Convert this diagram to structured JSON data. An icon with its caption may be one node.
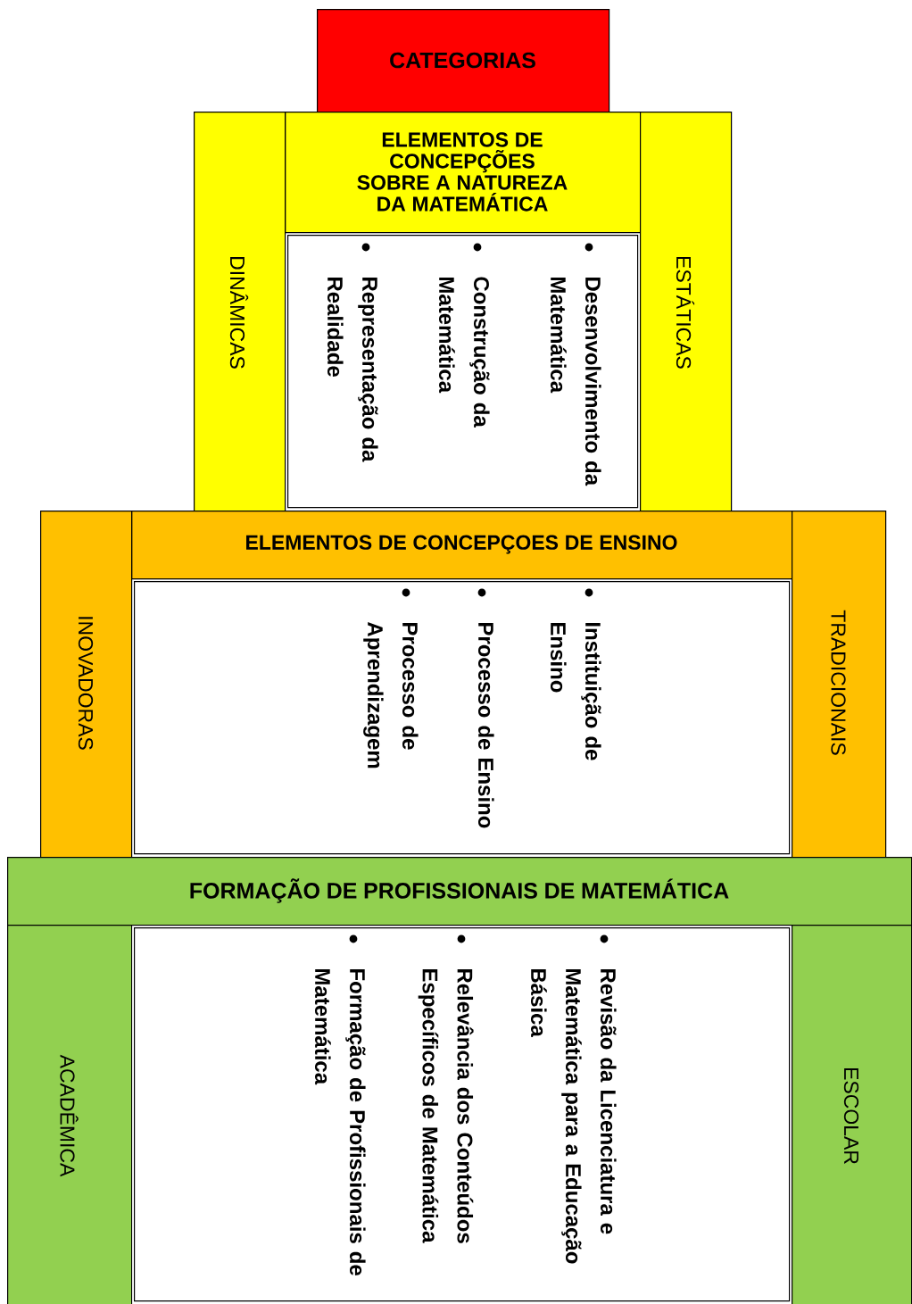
{
  "diagram": {
    "nodes": [
      {
        "text": [
          "CATEGORIAS"
        ]
      },
      {
        "text": [
          "ELEMENTOS DE CONCEPÇÕES SOBRE A NATUREZA DA MATEMÁTICA"
        ]
      },
      {
        "text": [
          "DINÂMICAS"
        ]
      },
      {
        "text": [
          "ESTÁTICAS"
        ]
      },
      {
        "text": [
          "Desenvolvimento da Matemática",
          "Construção da Matemática",
          "Representação da Realidade"
        ]
      },
      {
        "text": [
          "ELEMENTOS DE CONCEPÇOES DE ENSINO"
        ]
      },
      {
        "text": [
          "INOVADORAS"
        ]
      },
      {
        "text": [
          "TRADICIONAIS"
        ]
      },
      {
        "text": [
          "Instituição de Ensino",
          "Processo de Ensino",
          "Processo de Aprendizagem"
        ]
      },
      {
        "text": [
          "FORMAÇÃO DE PROFISSIONAIS DE MATEMÁTICA"
        ]
      },
      {
        "text": [
          "ACADÊMICA"
        ]
      },
      {
        "text": [
          "ESCOLAR"
        ]
      },
      {
        "text": [
          "Revisão da Licenciatura e Matemática para a Educação Básica",
          "Relevância dos Conteúdos Específicos de Matemática",
          "Formação de Profissionais de Matemática"
        ]
      }
    ]
  }
}
